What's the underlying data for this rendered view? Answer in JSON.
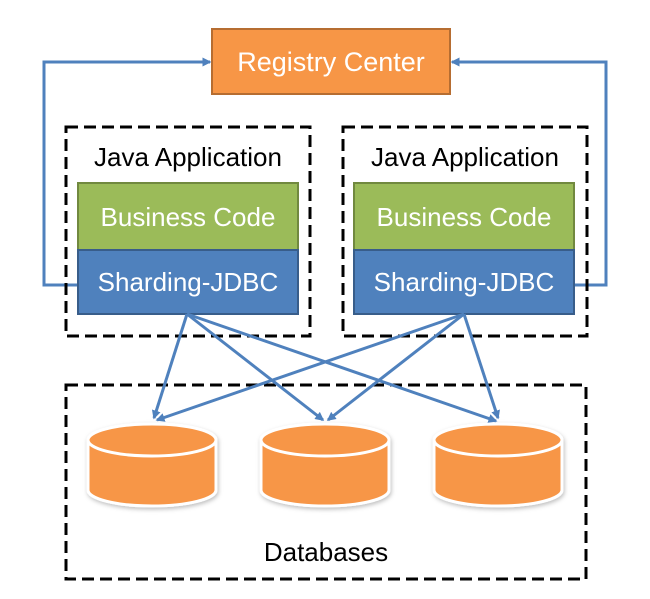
{
  "registry": {
    "label": "Registry Center"
  },
  "apps": [
    {
      "title": "Java Application",
      "business_label": "Business Code",
      "sharding_label": "Sharding-JDBC"
    },
    {
      "title": "Java Application",
      "business_label": "Business Code",
      "sharding_label": "Sharding-JDBC"
    }
  ],
  "databases": {
    "label": "Databases",
    "count": 3
  },
  "colors": {
    "registry_fill": "#f79646",
    "registry_stroke": "#b66d31",
    "business_fill": "#9bbb59",
    "business_stroke": "#71893f",
    "sharding_fill": "#4f81bd",
    "sharding_stroke": "#385d8a",
    "arrow": "#4f81bd",
    "db_fill": "#f79646",
    "db_top": "#f9b07a",
    "text_light": "#ffffff",
    "text_dark": "#000000"
  }
}
